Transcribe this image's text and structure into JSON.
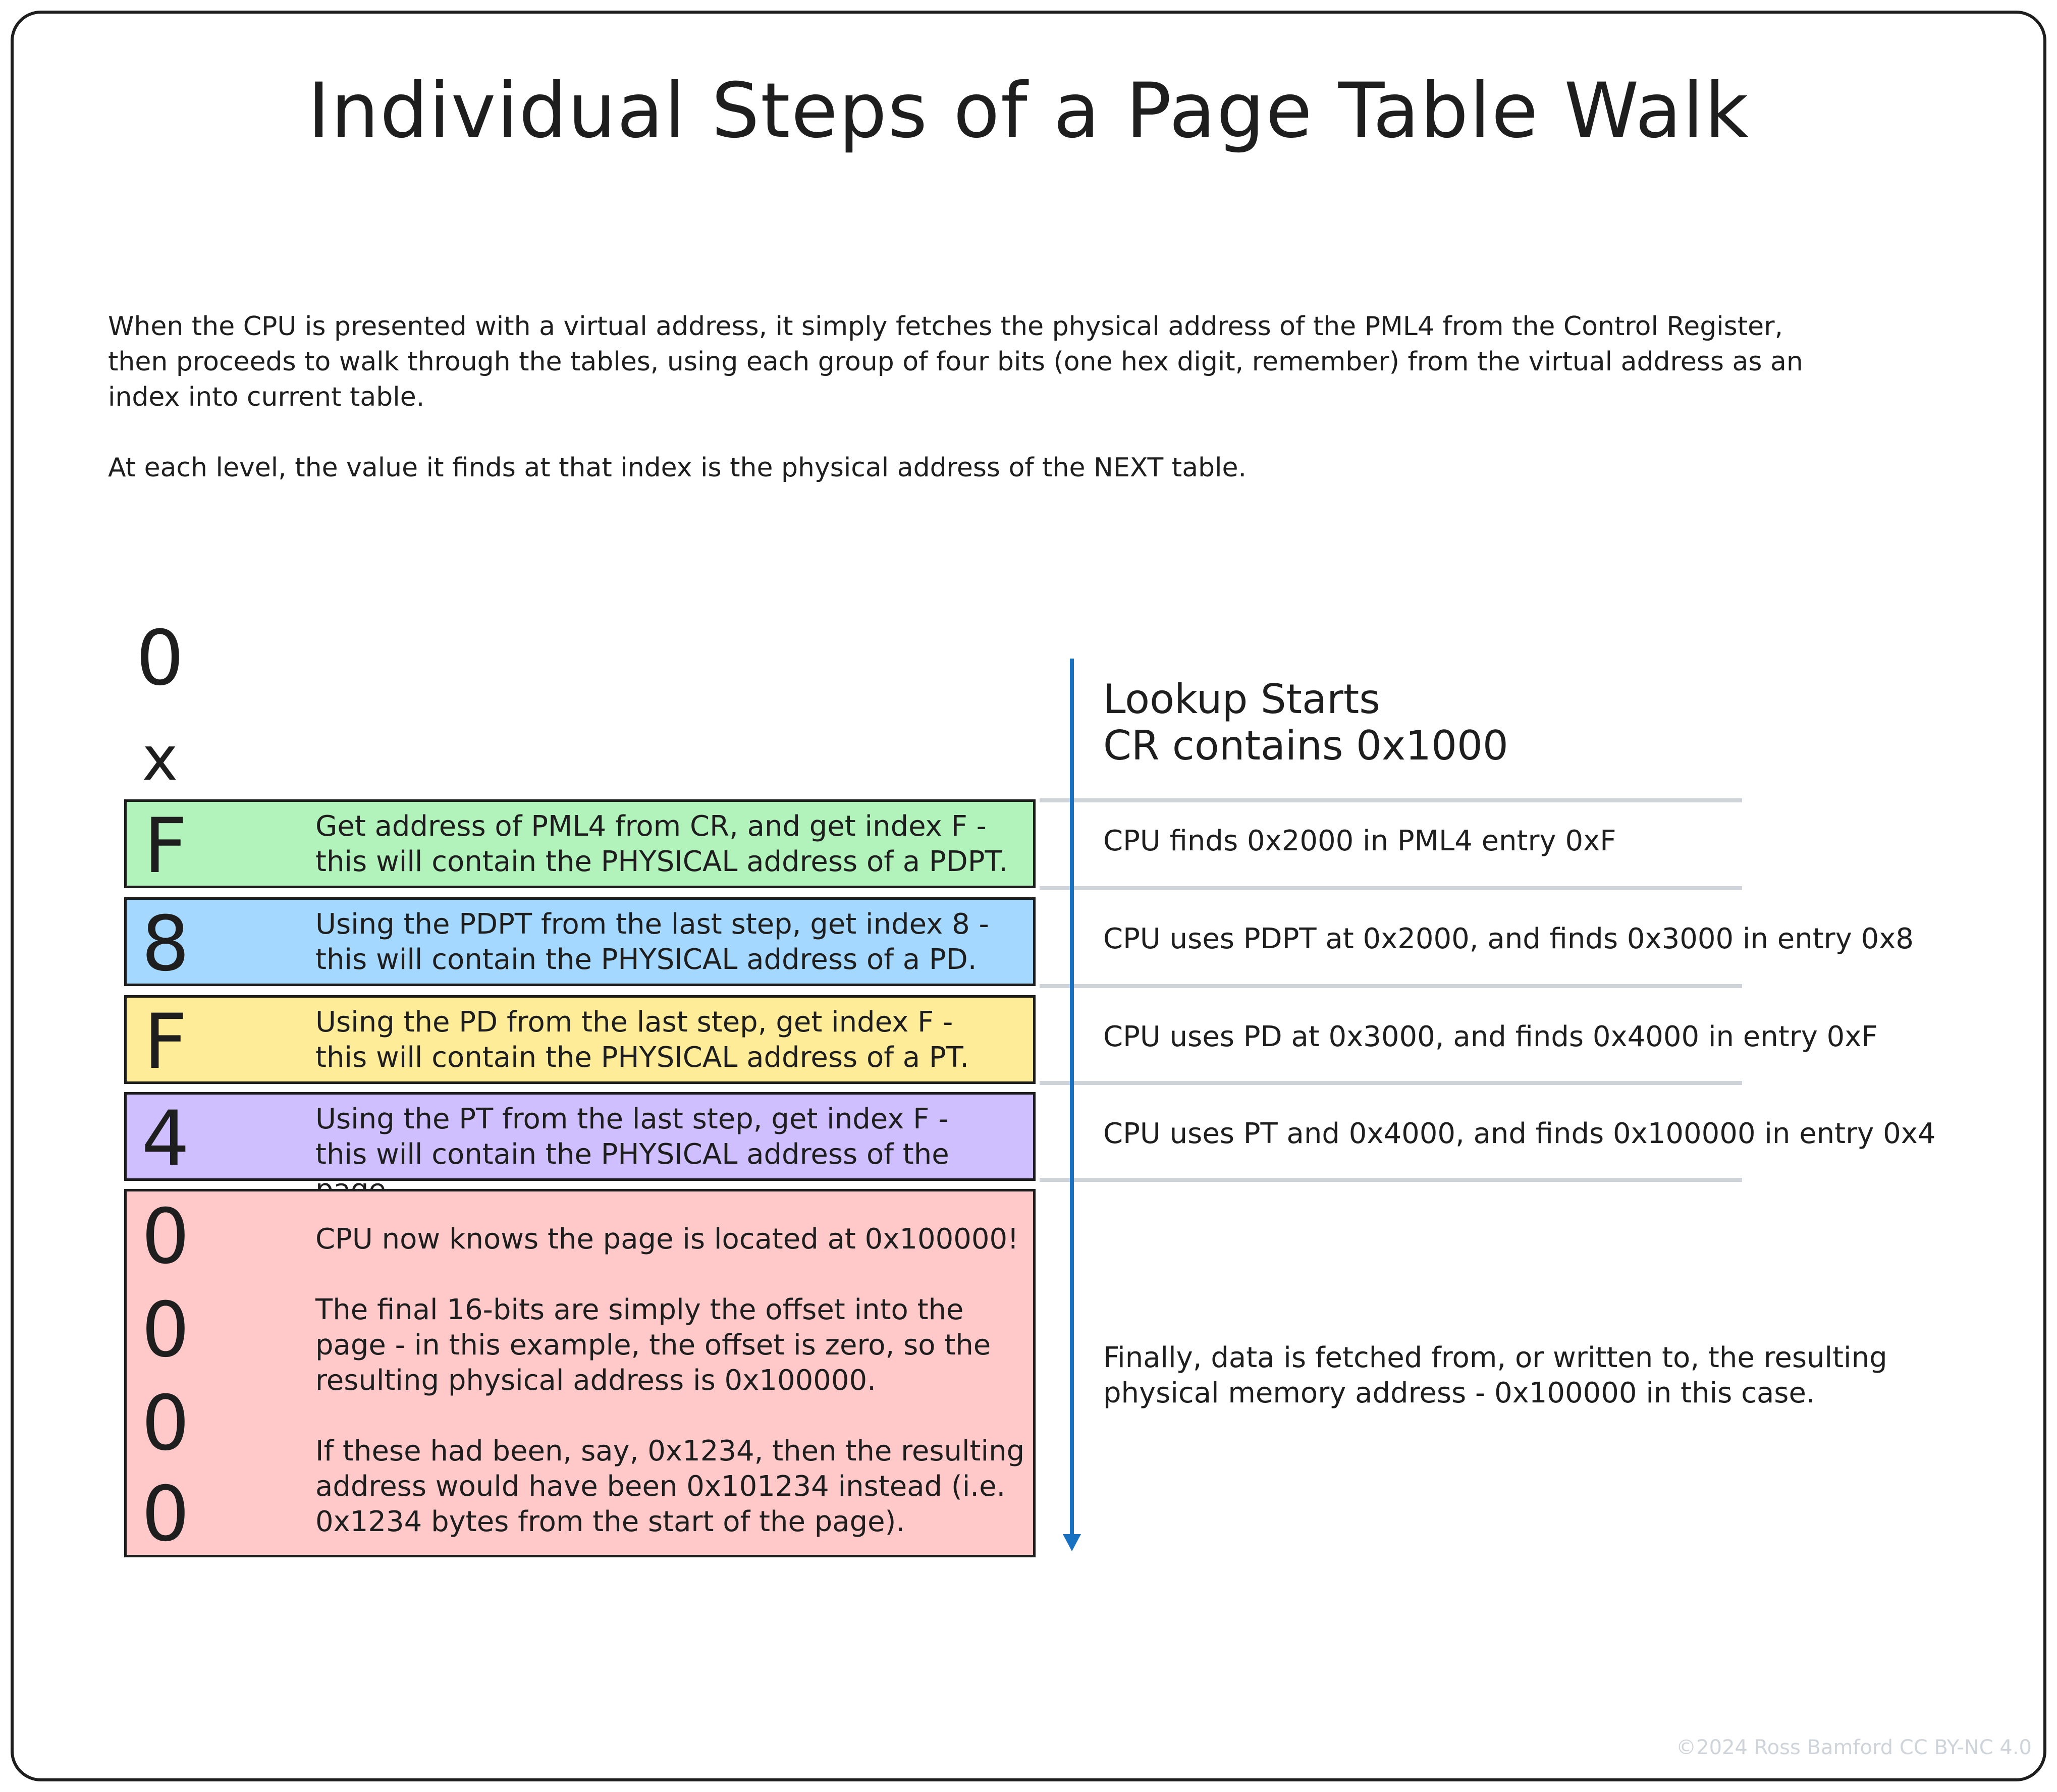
{
  "title": "Individual Steps of a Page Table Walk",
  "intro": {
    "paragraph1": "When the CPU is presented with a virtual address, it simply fetches the physical address of the PML4 from the Control Register,\nthen proceeds to walk through the tables, using each group of four bits (one hex digit, remember) from the virtual address as an\nindex into current table.",
    "paragraph2": "At each level, the value it finds at that index is the physical address of the NEXT table."
  },
  "address_prefix": [
    "0",
    "x"
  ],
  "steps": [
    {
      "digit": "F",
      "color": "#b2f2bb",
      "description": "Get address of PML4 from CR, and get index F -\nthis will contain the PHYSICAL address of a PDPT.",
      "cpu_note": "CPU finds 0x2000 in PML4 entry 0xF"
    },
    {
      "digit": "8",
      "color": "#a5d8ff",
      "description": "Using the PDPT from the last step, get index 8 -\nthis will contain the PHYSICAL address of a PD.",
      "cpu_note": "CPU uses PDPT at 0x2000, and finds 0x3000 in entry 0x8"
    },
    {
      "digit": "F",
      "color": "#ffec99",
      "description": "Using the PD from the last step, get index F -\nthis will contain the PHYSICAL address of a PT.",
      "cpu_note": "CPU uses PD at 0x3000, and finds 0x4000 in entry 0xF"
    },
    {
      "digit": "4",
      "color": "#d0bfff",
      "description": "Using the PT from the last step, get index F -\nthis will contain the PHYSICAL address of the page.",
      "cpu_note": "CPU uses PT and 0x4000, and finds 0x100000 in entry 0x4"
    }
  ],
  "final": {
    "digits": [
      "0",
      "0",
      "0",
      "0"
    ],
    "color": "#ffc9c9",
    "description": "CPU now knows the page is located at 0x100000!\n\nThe final 16-bits are simply the offset into the\npage - in this example, the offset is zero, so the\nresulting physical address is 0x100000.\n\nIf these had been, say, 0x1234, then the resulting\naddress would have been 0x101234 instead (i.e.\n0x1234 bytes from the start of the page).",
    "cpu_note": "Finally, data is fetched from, or written to, the resulting\nphysical memory address - 0x100000 in this case."
  },
  "lookup_start": "Lookup Starts\nCR contains 0x1000",
  "colors": {
    "stroke": "#1e1e1e",
    "arrow": "#1971c2",
    "separator": "#ced4da"
  },
  "copyright": "©2024 Ross Bamford CC BY-NC 4.0"
}
